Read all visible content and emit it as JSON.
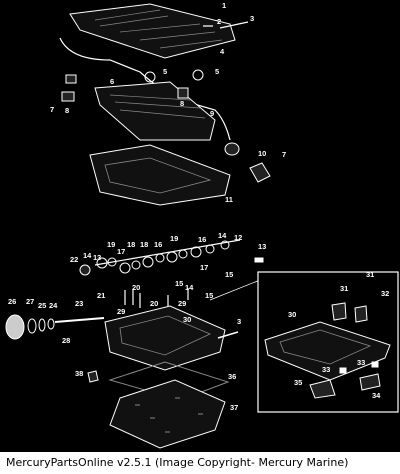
{
  "footer": {
    "caption": "MercuryPartsOnline v2.5.1 (Image Copyright- Mercury Marine)"
  },
  "callouts": {
    "c1": "1",
    "c2": "2",
    "c3": "3",
    "c4": "4",
    "c5a": "5",
    "c5b": "5",
    "c6": "6",
    "c7a": "7",
    "c8a": "8",
    "c8b": "8",
    "c7b": "7",
    "c9": "9",
    "c10": "10",
    "c11": "11",
    "c12": "12",
    "c13": "13",
    "c14a": "14",
    "c16a": "16",
    "c17a": "17",
    "c18a": "18",
    "c19a": "19",
    "c18b": "18",
    "c19b": "19",
    "c16b": "16",
    "c14b": "14",
    "c13b": "13",
    "c22": "22",
    "c17b": "17",
    "c15a": "15",
    "c15b": "15",
    "c20a": "20",
    "c21": "21",
    "c20b": "20",
    "c29a": "29",
    "c29b": "29",
    "c14c": "14",
    "c15c": "15",
    "c26": "26",
    "c27": "27",
    "c25": "25",
    "c24": "24",
    "c23": "23",
    "c30a": "30",
    "c3b": "3",
    "c28": "28",
    "c38": "38",
    "c36": "36",
    "c37": "37",
    "c31a": "31",
    "c31b": "31",
    "c32": "32",
    "c30b": "30",
    "c33a": "33",
    "c33b": "33",
    "c35": "35",
    "c34": "34"
  }
}
